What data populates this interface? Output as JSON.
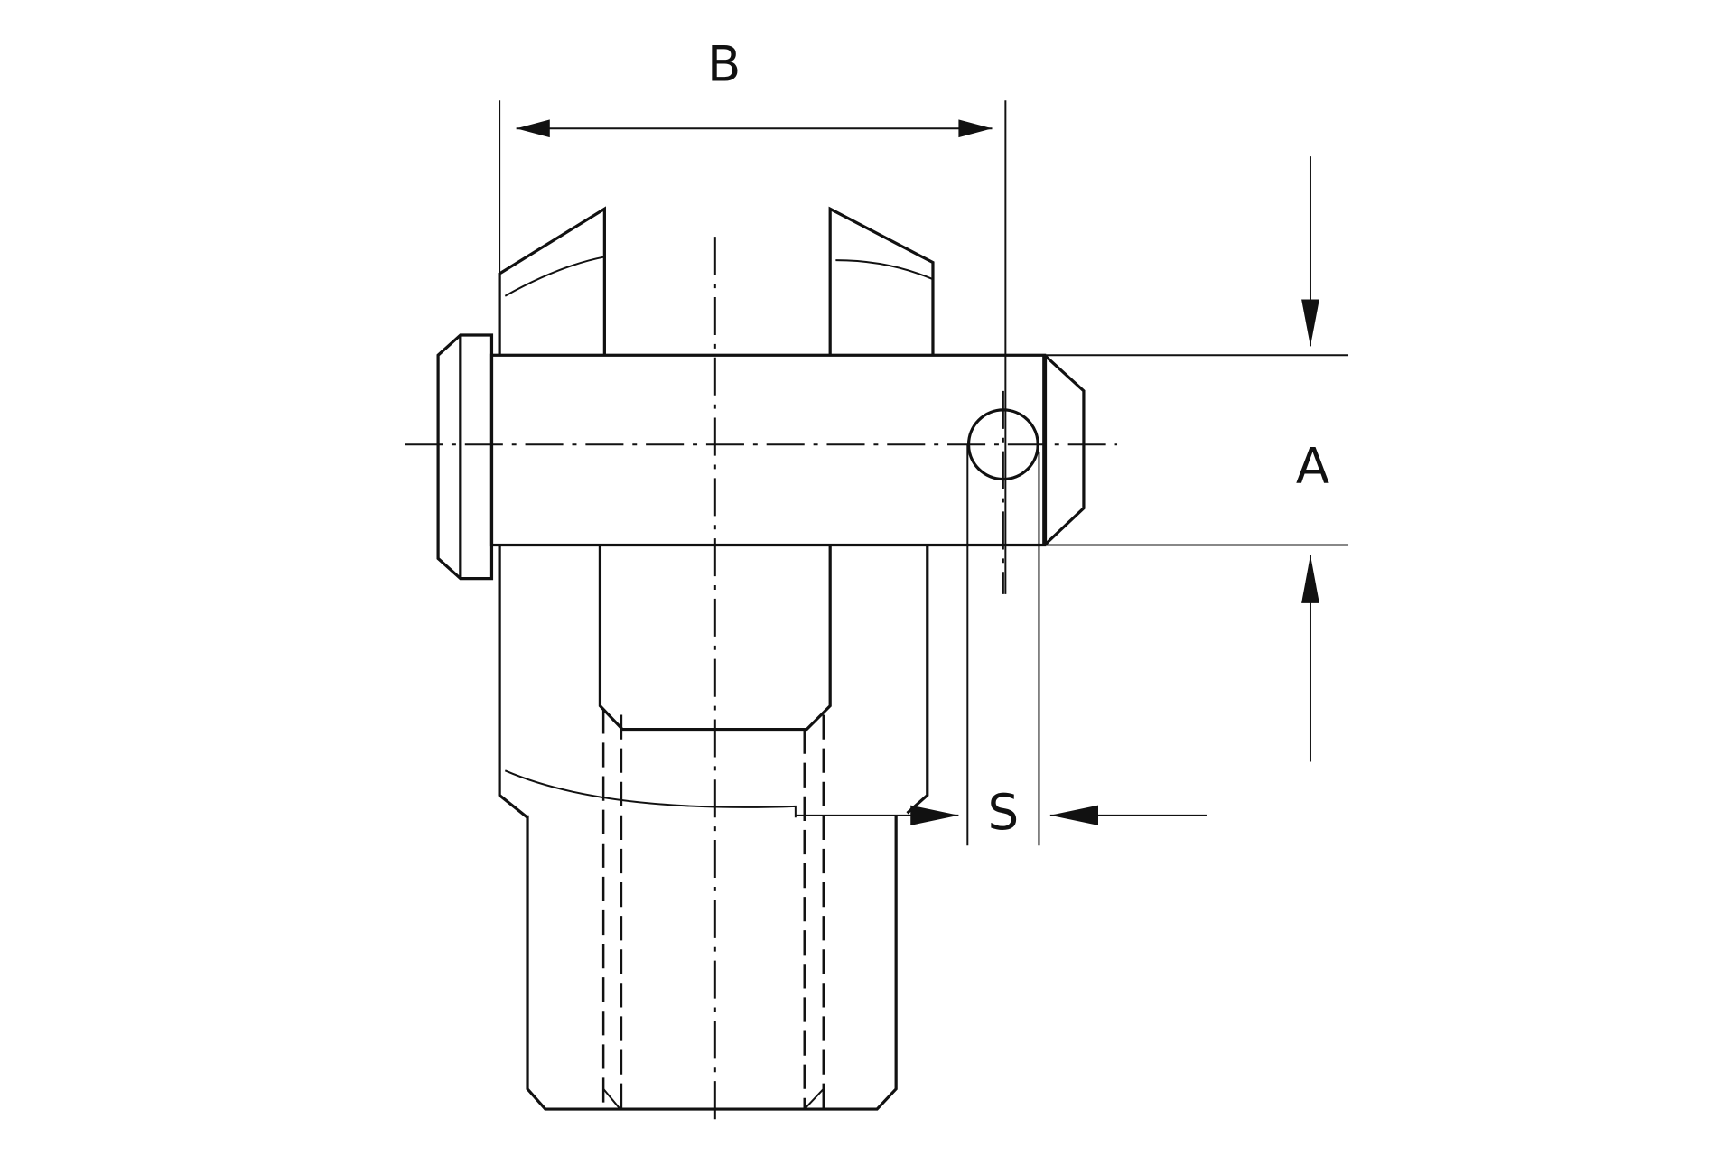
{
  "drawing": {
    "dimension_labels": {
      "width": "B",
      "pin_diameter": "A",
      "slot": "S"
    },
    "line_color": "#111111",
    "background": "#ffffff"
  }
}
